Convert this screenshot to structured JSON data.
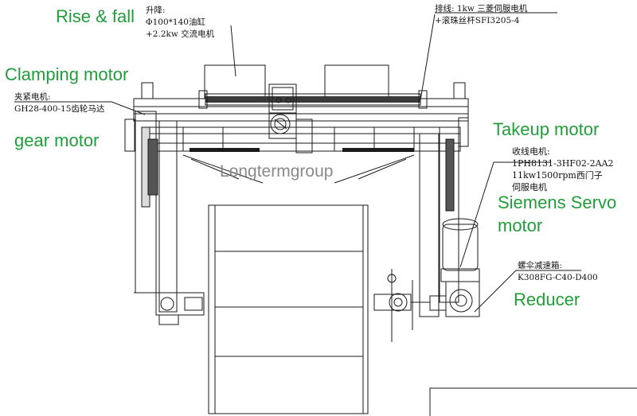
{
  "labels": {
    "rise_fall": "Rise & fall",
    "clamping_motor": "Clamping motor",
    "gear_motor": "gear motor",
    "takeup_motor": "Takeup motor",
    "siemens_servo_line1": "Siemens Servo",
    "siemens_servo_line2": "motor",
    "reducer": "Reducer",
    "watermark": "Longtermgroup"
  },
  "annotations": {
    "lift": {
      "line1": "升降:",
      "line2": "Φ100*140油缸",
      "line3": "+2.2kw 交流电机"
    },
    "traverse": {
      "line1": "排线: 1kw 三菱伺服电机",
      "line2": "+滚珠丝杆SFI3205-4"
    },
    "clamp": {
      "line1": "夹紧电机:",
      "line2": "GH28-400-15齿轮马达"
    },
    "takeup": {
      "line1": "收线电机:",
      "line2": "1PH8131-3HF02-2AA2",
      "line3": "11kw1500rpm西门子",
      "line4": "伺服电机"
    },
    "reducer": {
      "line1": "螺伞减速箱:",
      "line2": "K308FG-C40-D400"
    }
  },
  "colors": {
    "label_green": "#1f9e3a",
    "line": "#1a1a1a",
    "watermark": "#8a8a8a"
  }
}
